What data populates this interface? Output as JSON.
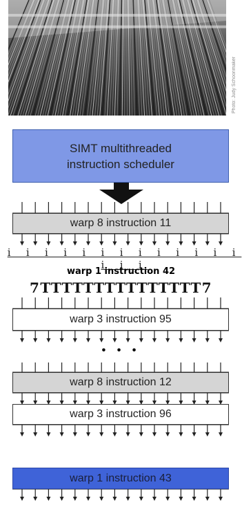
{
  "photo": {
    "alt": "loom photograph",
    "credit": "Photo: Judy Schoonmaker"
  },
  "scheduler": {
    "line1": "SIMT multithreaded",
    "line2": "instruction scheduler",
    "color": "#7f98e6"
  },
  "boxes": [
    {
      "id": "warp8-11",
      "label": "warp 8 instruction 11",
      "style": "gray"
    },
    {
      "id": "warp3-95",
      "label": "warp 3 instruction 95",
      "style": "white"
    },
    {
      "id": "warp8-12",
      "label": "warp 8 instruction 12",
      "style": "gray"
    },
    {
      "id": "warp3-96",
      "label": "warp 3 instruction 96",
      "style": "white"
    },
    {
      "id": "warp1-43",
      "label": "warp 1 instruction 43",
      "style": "blue"
    }
  ],
  "ocr_rows": {
    "i_row": "i i i i i i i i i i i i i i i i",
    "warp1_42": "warp 1 instruction 42",
    "t_row": "7TTTTTTTTTTTTTTT7"
  },
  "ellipsis": "• • •"
}
